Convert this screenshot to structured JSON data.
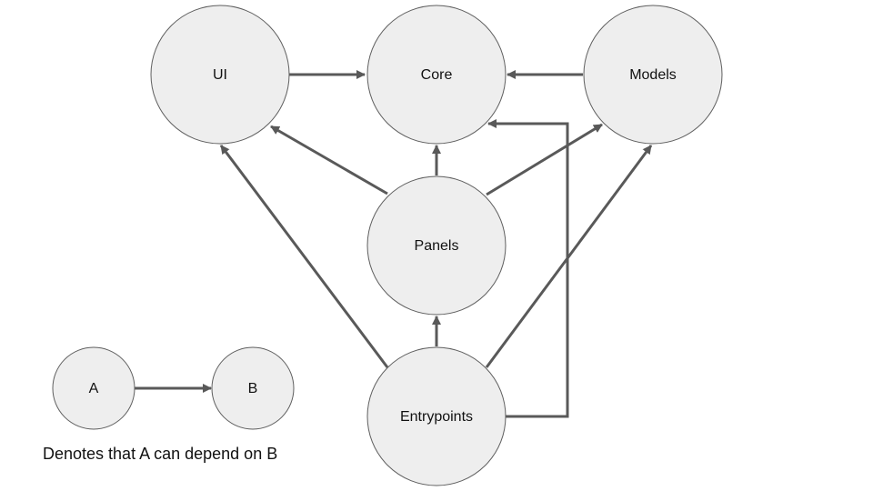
{
  "diagram": {
    "nodes": {
      "ui": "UI",
      "core": "Core",
      "models": "Models",
      "panels": "Panels",
      "entrypoints": "Entrypoints"
    },
    "edges": [
      {
        "from": "UI",
        "to": "Core"
      },
      {
        "from": "Models",
        "to": "Core"
      },
      {
        "from": "Panels",
        "to": "UI"
      },
      {
        "from": "Panels",
        "to": "Core"
      },
      {
        "from": "Panels",
        "to": "Models"
      },
      {
        "from": "Entrypoints",
        "to": "UI"
      },
      {
        "from": "Entrypoints",
        "to": "Panels"
      },
      {
        "from": "Entrypoints",
        "to": "Models"
      },
      {
        "from": "Entrypoints",
        "to": "Core"
      }
    ]
  },
  "legend": {
    "node_a": "A",
    "node_b": "B",
    "caption": "Denotes that A can depend on B"
  }
}
